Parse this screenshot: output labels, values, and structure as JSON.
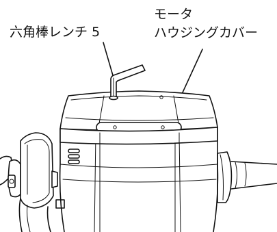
{
  "labels": {
    "hex_wrench": "六角棒レンチ 5",
    "motor_line1": "モータ",
    "motor_line2": "ハウジングカバー"
  }
}
